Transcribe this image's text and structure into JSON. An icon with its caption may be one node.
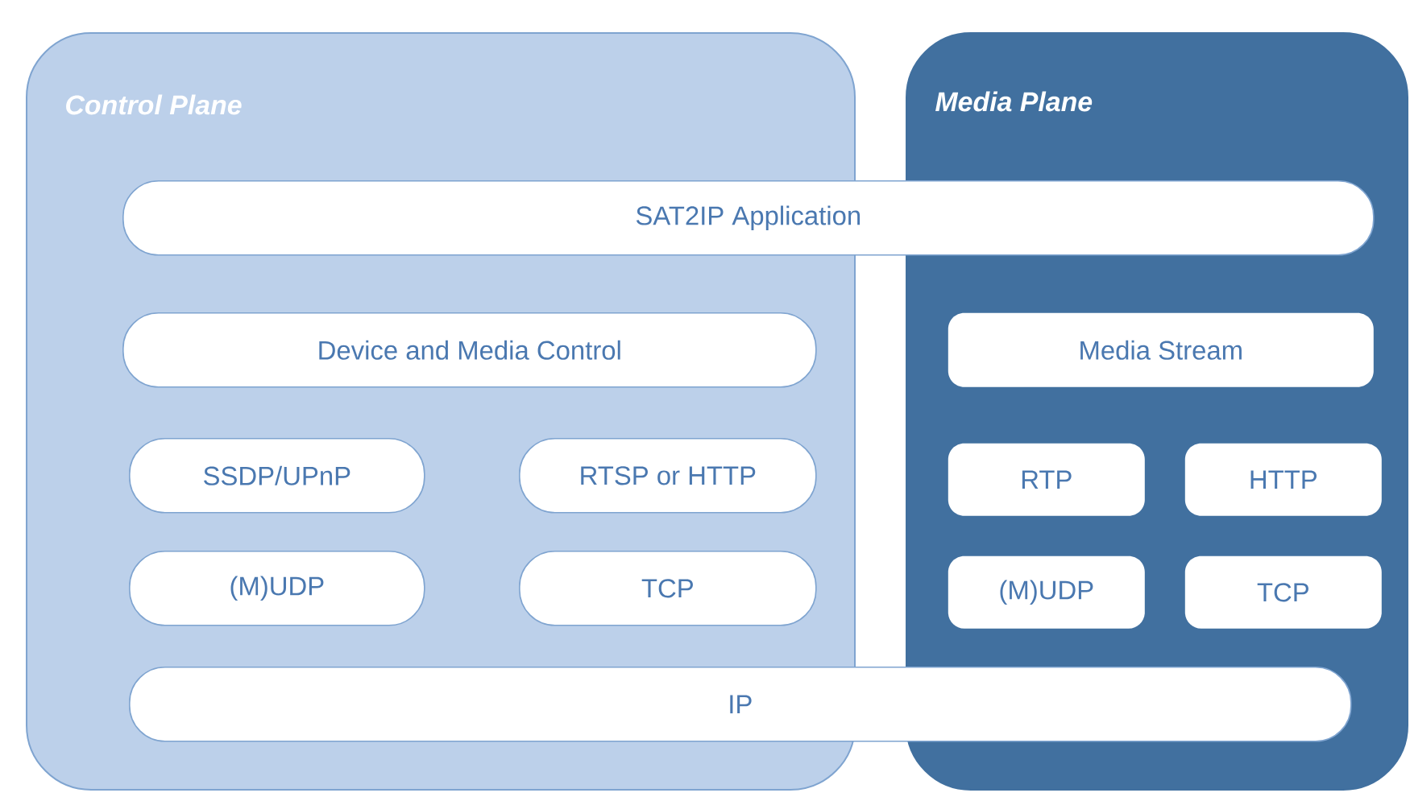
{
  "diagram": {
    "nodes": [
      {
        "text": [
          "Control Plane"
        ]
      },
      {
        "text": [
          "Media Plane"
        ]
      },
      {
        "text": [
          "SAT2IP Application"
        ]
      },
      {
        "text": [
          "Device and Media Control"
        ],
        "in": 0
      },
      {
        "text": [
          "Media Stream"
        ],
        "in": 1
      },
      {
        "text": [
          "SSDP/UPnP"
        ],
        "in": 0
      },
      {
        "text": [
          "RTSP or HTTP"
        ],
        "in": 0
      },
      {
        "text": [
          "RTP"
        ],
        "in": 1
      },
      {
        "text": [
          "HTTP"
        ],
        "in": 1
      },
      {
        "text": [
          "(M)UDP"
        ],
        "in": 0
      },
      {
        "text": [
          "TCP"
        ],
        "in": 0
      },
      {
        "text": [
          "(M)UDP"
        ],
        "in": 1
      },
      {
        "text": [
          "TCP"
        ],
        "in": 1
      },
      {
        "text": [
          "IP"
        ]
      }
    ]
  }
}
